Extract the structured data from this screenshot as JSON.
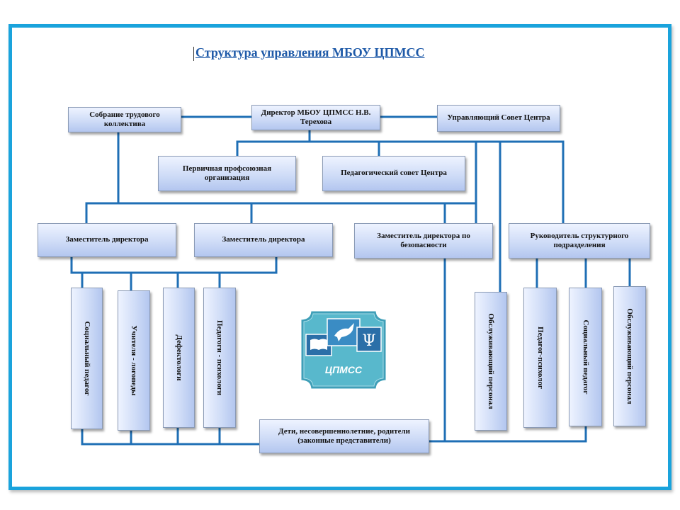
{
  "title": "Структура управления МБОУ ЦПМСС",
  "colors": {
    "frame": "#1aa3dc",
    "lines": "#1f6fb5",
    "box_top": "#eef3ff",
    "box_bottom": "#b3c6ef",
    "logo": "#4aaec4"
  },
  "boxes": {
    "assembly": "Собрание трудового коллектива",
    "director": "Директор МБОУ ЦПМСС Н.В. Терехова",
    "council": "Управляющий Совет Центра",
    "union": "Первичная профсоюзная организация",
    "ped_council": "Педагогический совет Центра",
    "deputy1": "Заместитель директора",
    "deputy2": "Заместитель директора",
    "deputy_security": "Заместитель директора по безопасности",
    "head_unit": "Руководитель структурного подразделения",
    "children": "Дети, несовершеннолетние, родители (законные представители)"
  },
  "vertical_boxes": {
    "social_teacher_left": "Социальный педагог",
    "speech_therapists": "Учителя - логопеды",
    "defectologists": "Дефектологи",
    "psychologists": "Педагоги - психологи",
    "service_staff_center": "Обслуживающий персонал",
    "psychologist_right": "Педагог-психолог",
    "social_teacher_right": "Социальный педагог",
    "service_staff_right": "Обслуживающий персонал"
  },
  "logo": {
    "text": "ЦПМСС",
    "icon_book": "book-icon",
    "icon_dove": "dove-icon",
    "icon_psi": "psi-icon"
  }
}
